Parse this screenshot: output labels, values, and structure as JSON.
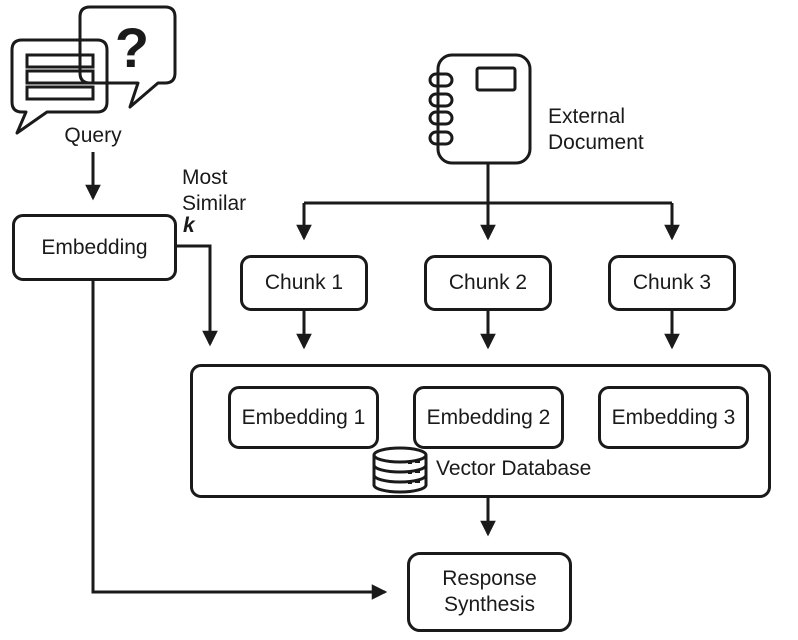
{
  "colors": {
    "ink": "#1a1a1a",
    "background": "#ffffff"
  },
  "icons": {
    "query": "chat-bubbles-icon",
    "query_glyph": "?",
    "external_document": "notebook-icon",
    "vector_database": "database-cylinder-icon"
  },
  "labels": {
    "query": "Query",
    "embedding": "Embedding",
    "most_similar": "Most Similar",
    "k": "k",
    "external_document": "External Document",
    "chunks": [
      "Chunk 1",
      "Chunk 2",
      "Chunk 3"
    ],
    "embeddings": [
      "Embedding 1",
      "Embedding 2",
      "Embedding 3"
    ],
    "vector_database": "Vector Database",
    "response_synthesis": "Response Synthesis"
  }
}
